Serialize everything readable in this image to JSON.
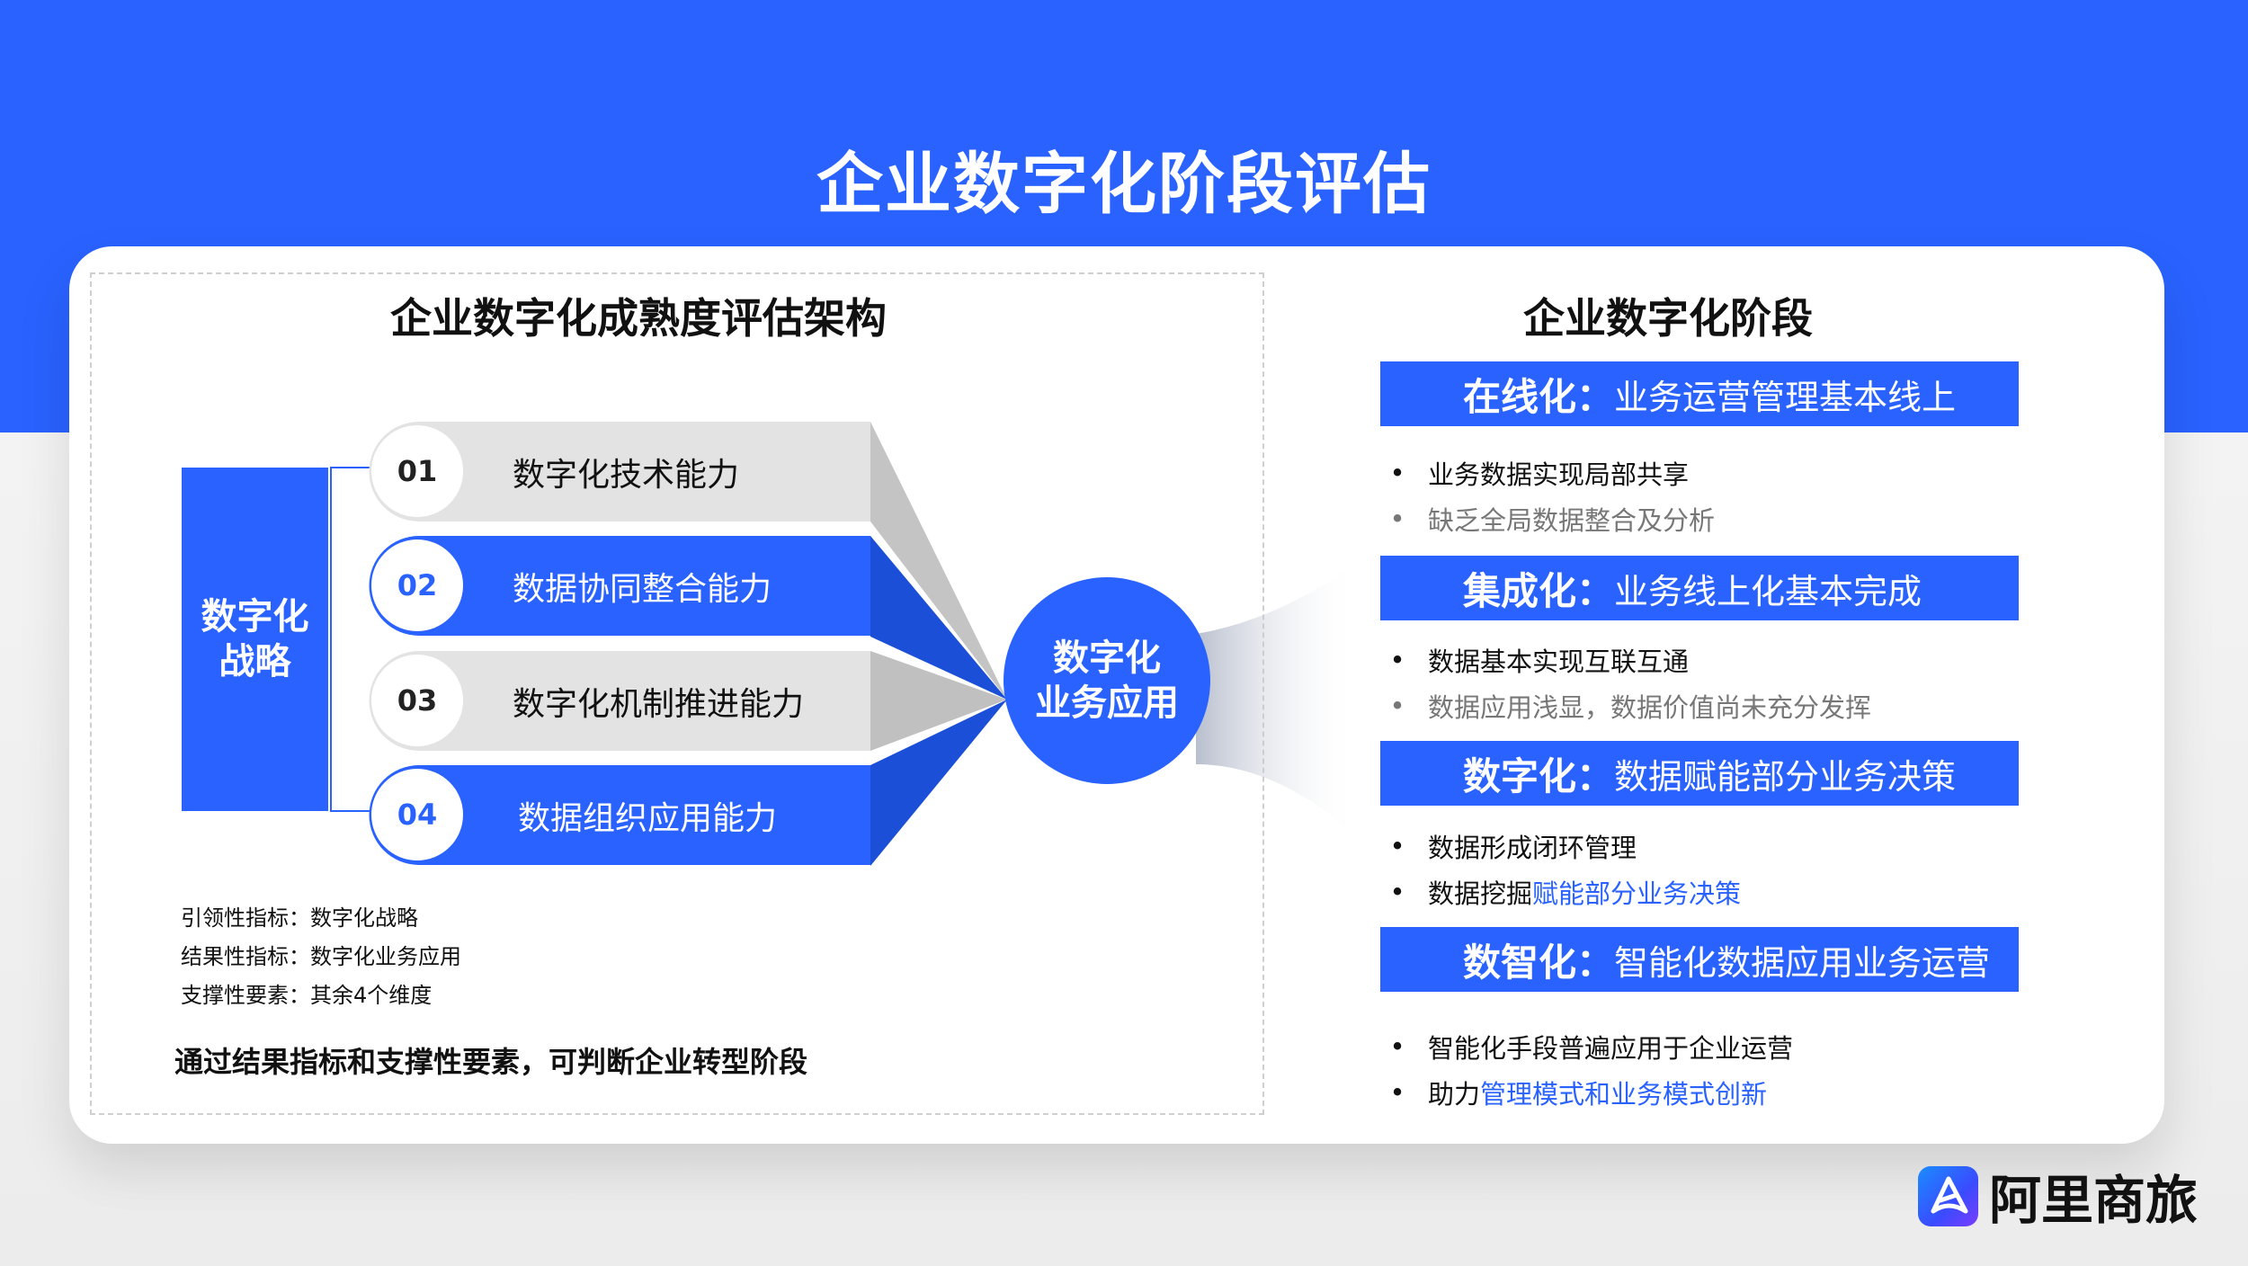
{
  "title": "企业数字化阶段评估",
  "left": {
    "heading": "企业数字化成熟度评估架构",
    "strategy": "数字化战略",
    "capabilities": [
      {
        "num": "01",
        "label": "数字化技术能力",
        "highlight": false
      },
      {
        "num": "02",
        "label": "数据协同整合能力",
        "highlight": true
      },
      {
        "num": "03",
        "label": "数字化机制推进能力",
        "highlight": false
      },
      {
        "num": "04",
        "label": "数据组织应用能力",
        "highlight": true
      }
    ],
    "hub": "数字化业务应用",
    "notes": [
      "引领性指标：数字化战略",
      "结果性指标：数字化业务应用",
      "支撑性要素：其余4个维度"
    ],
    "conclusion": "通过结果指标和支撑性要素，可判断企业转型阶段"
  },
  "right": {
    "heading": "企业数字化阶段",
    "stages": [
      {
        "name": "在线化：",
        "desc": "业务运营管理基本线上",
        "bullets": [
          {
            "text": "业务数据实现局部共享",
            "hl": "",
            "gray": false
          },
          {
            "text": "缺乏全局数据整合及分析",
            "hl": "",
            "gray": true
          }
        ]
      },
      {
        "name": "集成化：",
        "desc": "业务线上化基本完成",
        "bullets": [
          {
            "text": "数据基本实现互联互通",
            "hl": "",
            "gray": false
          },
          {
            "text": "数据应用浅显，数据价值尚未充分发挥",
            "hl": "",
            "gray": true
          }
        ]
      },
      {
        "name": "数字化：",
        "desc": "数据赋能部分业务决策",
        "bullets": [
          {
            "text": "数据形成闭环管理",
            "hl": "",
            "gray": false
          },
          {
            "text": "数据挖掘",
            "hl": "赋能部分业务决策",
            "gray": false
          }
        ]
      },
      {
        "name": "数智化：",
        "desc": "智能化数据应用业务运营",
        "bullets": [
          {
            "text": "智能化手段普遍应用于企业运营",
            "hl": "",
            "gray": false
          },
          {
            "text": "助力",
            "hl": "管理模式和业务模式创新",
            "gray": false
          }
        ]
      }
    ]
  },
  "logo": {
    "text": "阿里商旅"
  },
  "colors": {
    "brand": "#2962ff",
    "gray_bar": "#e3e3e3"
  }
}
